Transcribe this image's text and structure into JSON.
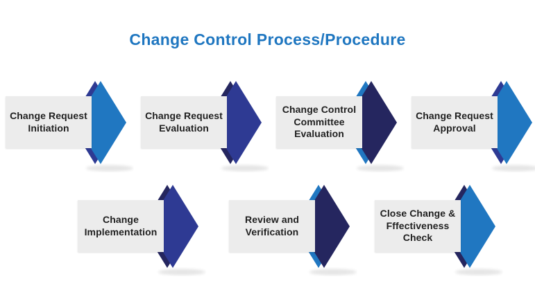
{
  "title": {
    "text": "Change Control Process/Procedure",
    "color": "#1E76C0"
  },
  "palette": {
    "bright_blue": "#2077C1",
    "royal_blue": "#2E3A93",
    "dark_navy": "#25265F",
    "box_background": "#ECECEC",
    "label_text": "#1F1F1F"
  },
  "steps": [
    {
      "label": "Change Request Initiation",
      "row": 1,
      "back_color": "#2E3A93",
      "front_color": "#2077C1"
    },
    {
      "label": "Change Request Evaluation",
      "row": 1,
      "back_color": "#25265F",
      "front_color": "#2E3A93"
    },
    {
      "label": "Change Control Committee Evaluation",
      "row": 1,
      "back_color": "#2077C1",
      "front_color": "#25265F"
    },
    {
      "label": "Change Request Approval",
      "row": 1,
      "back_color": "#2E3A93",
      "front_color": "#2077C1"
    },
    {
      "label": "Change Implementation",
      "row": 2,
      "back_color": "#25265F",
      "front_color": "#2E3A93"
    },
    {
      "label": "Review and Verification",
      "row": 2,
      "back_color": "#2077C1",
      "front_color": "#25265F"
    },
    {
      "label": "Close Change & Fffectiveness Check",
      "row": 2,
      "back_color": "#25265F",
      "front_color": "#2077C1"
    }
  ]
}
